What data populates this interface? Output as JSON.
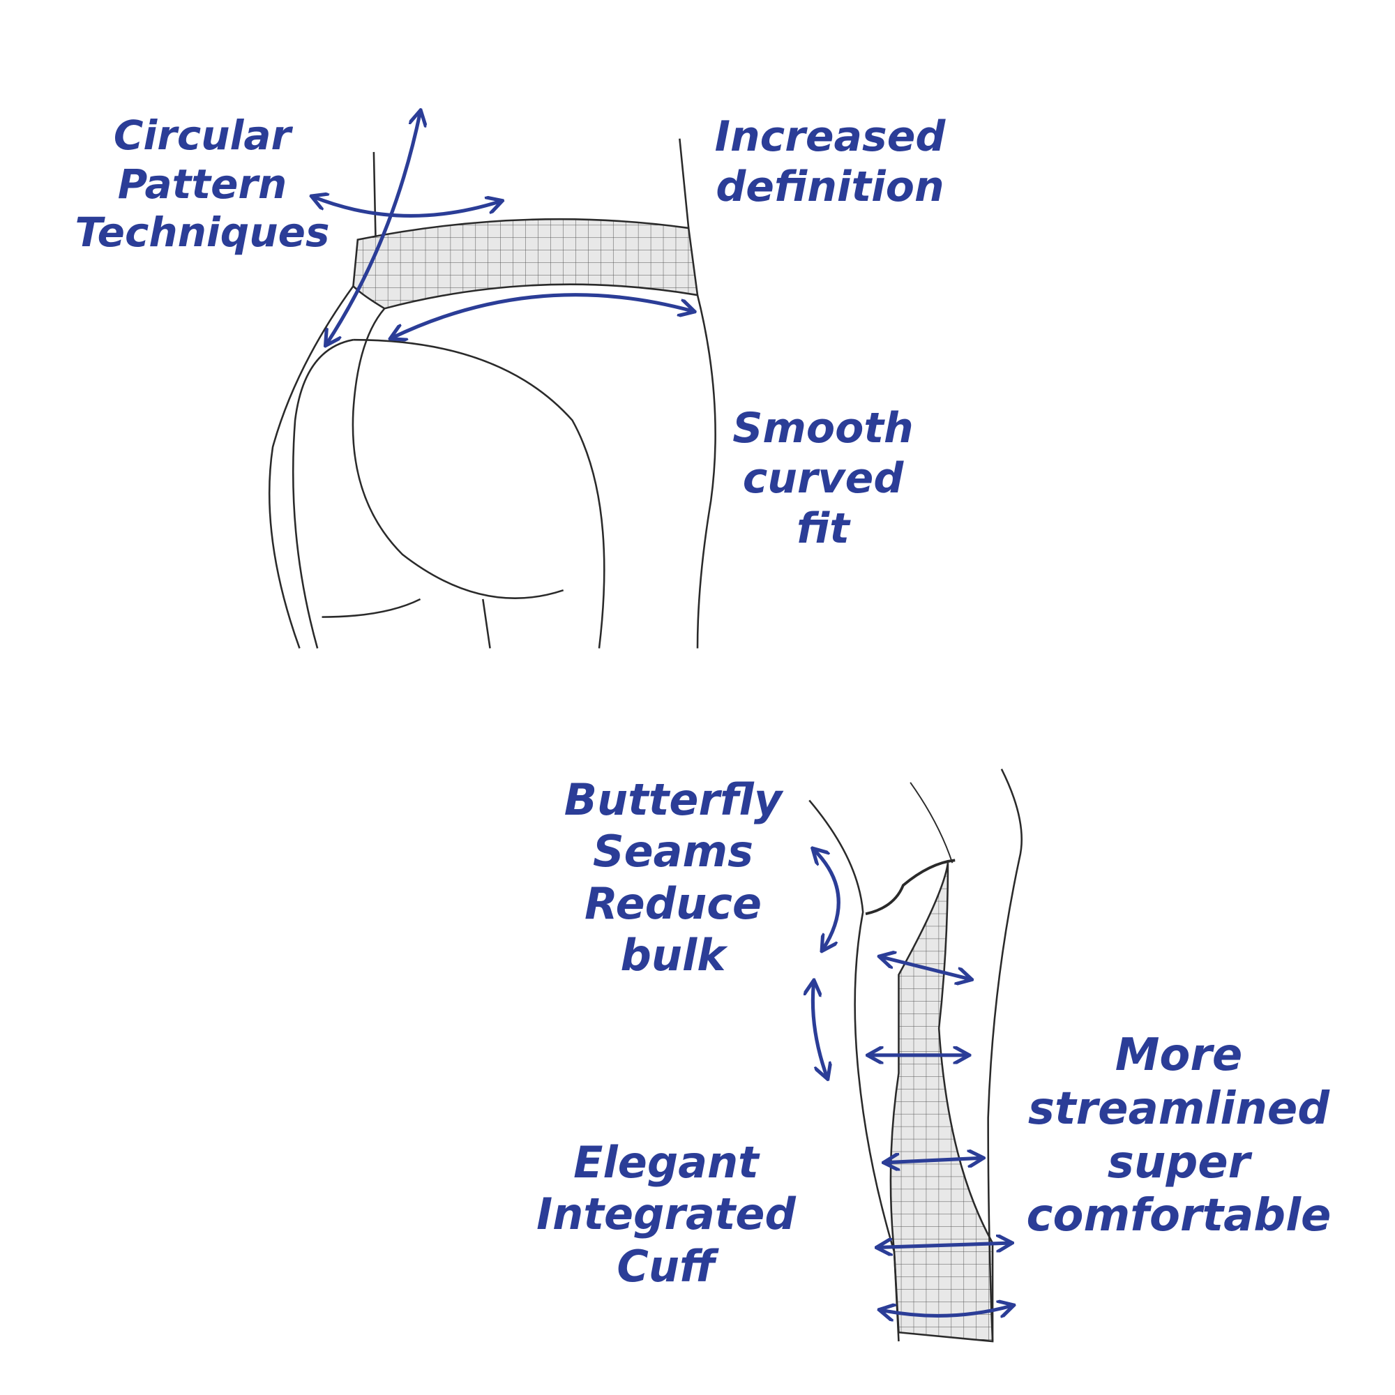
{
  "colors": {
    "annotation": "#2b3d97",
    "outline": "#2a2a2a",
    "mesh": "#e6e6e6"
  },
  "labels": {
    "circular": [
      "Circular",
      "Pattern",
      "Techniques"
    ],
    "definition": [
      "Increased",
      "definition"
    ],
    "smooth": [
      "Smooth",
      "curved",
      "fit"
    ],
    "butterfly": [
      "Butterfly",
      "Seams",
      "Reduce",
      "bulk"
    ],
    "streamlined": [
      "More",
      "streamlined",
      "super",
      "comfortable"
    ],
    "cuff": [
      "Elegant",
      "Integrated",
      "Cuff"
    ]
  }
}
